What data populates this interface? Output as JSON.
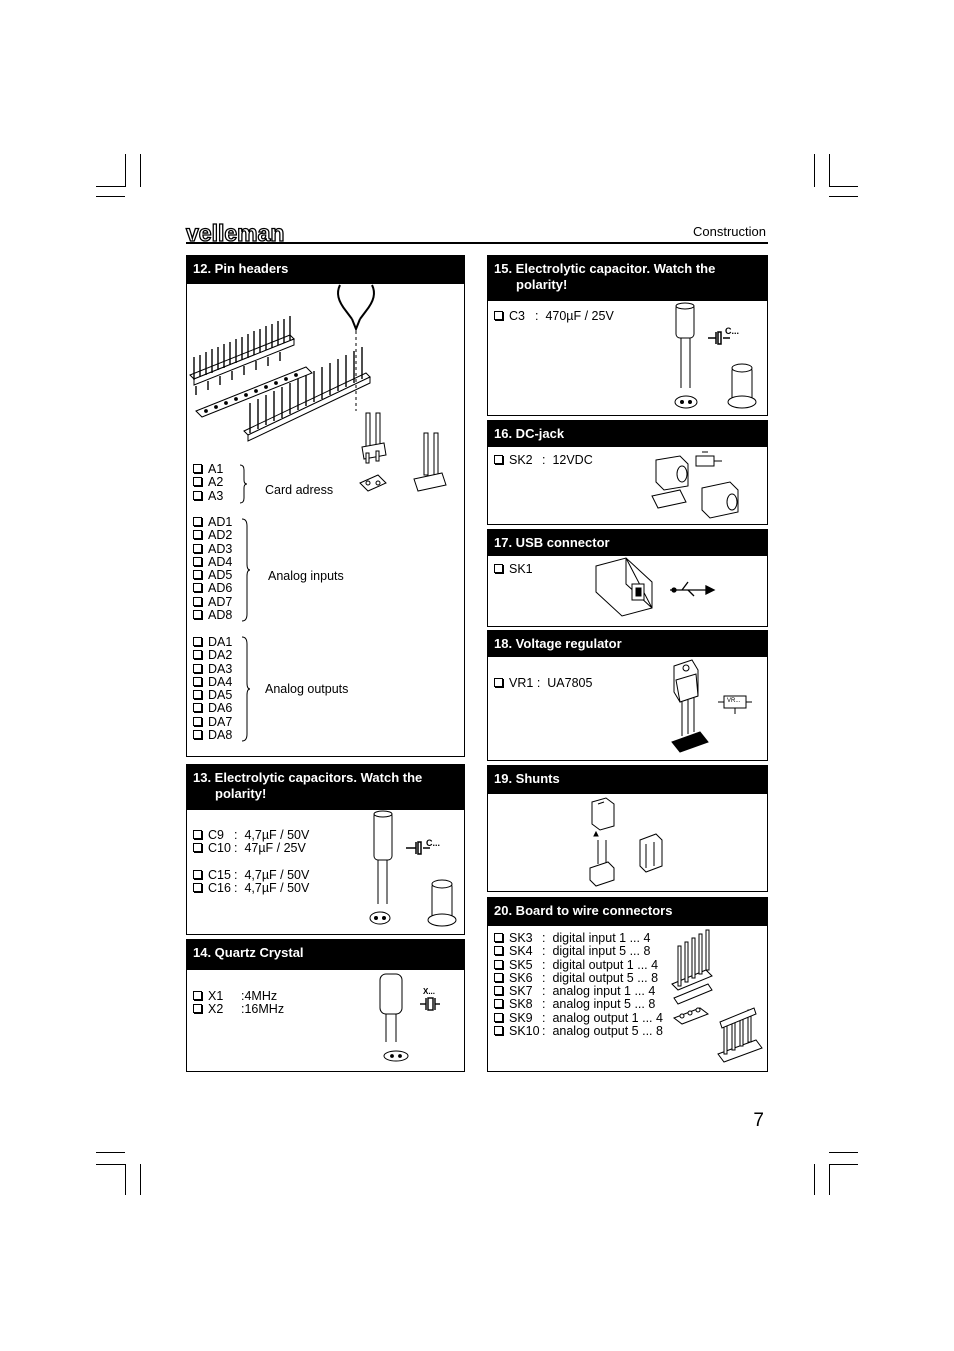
{
  "header": {
    "brand": "velleman",
    "section": "Construction",
    "page_number": "7"
  },
  "s12": {
    "title": "12. Pin headers",
    "card_items": [
      "A1",
      "A2",
      "A3"
    ],
    "card_label": "Card adress",
    "analog_in_items": [
      "AD1",
      "AD2",
      "AD3",
      "AD4",
      "AD5",
      "AD6",
      "AD7",
      "AD8"
    ],
    "analog_in_label": "Analog inputs",
    "analog_out_items": [
      "DA1",
      "DA2",
      "DA3",
      "DA4",
      "DA5",
      "DA6",
      "DA7",
      "DA8"
    ],
    "analog_out_label": "Analog outputs"
  },
  "s13": {
    "title_line1": "13. Electrolytic capacitors. Watch the",
    "title_line2": "polarity!",
    "rows": [
      {
        "ref": "C9",
        "sep": ":",
        "val": "4,7µF / 50V"
      },
      {
        "ref": "C10",
        "sep": ":",
        "val": "47µF / 25V"
      },
      {
        "ref": "C15",
        "sep": ":",
        "val": "4,7µF / 50V"
      },
      {
        "ref": "C16",
        "sep": ":",
        "val": "4,7µF / 50V"
      }
    ],
    "symbol_label": "C..."
  },
  "s14": {
    "title": "14. Quartz Crystal",
    "rows": [
      {
        "ref": "X1",
        "val": ":4MHz"
      },
      {
        "ref": "X2",
        "val": ":16MHz"
      }
    ],
    "symbol_label": "X..."
  },
  "s15": {
    "title_line1": "15. Electrolytic capacitor. Watch the",
    "title_line2": "polarity!",
    "row": {
      "ref": "C3",
      "sep": ":",
      "val": "470µF / 25V"
    },
    "symbol_label": "C..."
  },
  "s16": {
    "title": "16. DC-jack",
    "row": {
      "ref": "SK2",
      "sep": ":",
      "val": "12VDC"
    }
  },
  "s17": {
    "title": "17. USB connector",
    "row": {
      "ref": "SK1"
    }
  },
  "s18": {
    "title": "18. Voltage regulator",
    "row": {
      "ref": "VR1",
      "sep": ":",
      "val": "UA7805"
    },
    "symbol_label": "VR..."
  },
  "s19": {
    "title": "19. Shunts"
  },
  "s20": {
    "title": "20. Board to wire connectors",
    "rows": [
      {
        "ref": "SK3",
        "sep": ":",
        "val": "digital input 1 ... 4"
      },
      {
        "ref": "SK4",
        "sep": ":",
        "val": "digital input 5 ... 8"
      },
      {
        "ref": "SK5",
        "sep": ":",
        "val": "digital output 1 ... 4"
      },
      {
        "ref": "SK6",
        "sep": ":",
        "val": "digital output 5 ... 8"
      },
      {
        "ref": "SK7",
        "sep": ":",
        "val": "analog input 1 ... 4"
      },
      {
        "ref": "SK8",
        "sep": ":",
        "val": "analog input 5 ... 8"
      },
      {
        "ref": "SK9",
        "sep": ":",
        "val": "analog output 1 ... 4"
      },
      {
        "ref": "SK10",
        "sep": ":",
        "val": "analog output 5 ... 8"
      }
    ]
  }
}
